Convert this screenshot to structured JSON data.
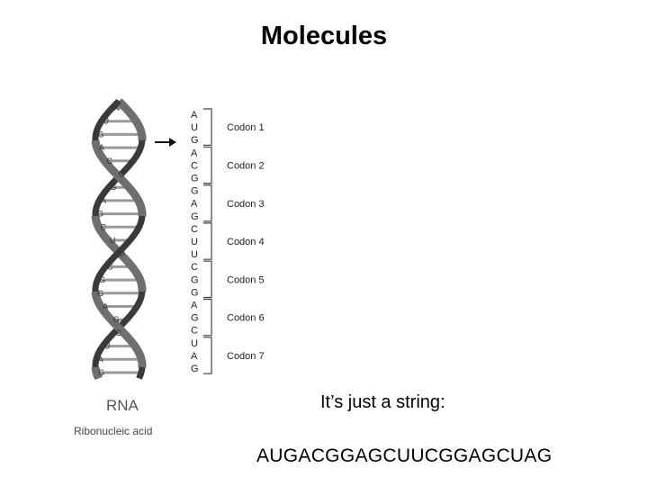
{
  "slide": {
    "title": "Molecules",
    "caption": "It’s just a string:",
    "sequence": "AUGACGGAGCUUCGGAGCUAG"
  },
  "diagram": {
    "rna_label": "RNA",
    "rna_sublabel": "Ribonucleic acid",
    "sequence_bases": [
      "A",
      "U",
      "G",
      "A",
      "C",
      "G",
      "G",
      "A",
      "G",
      "C",
      "U",
      "U",
      "C",
      "G",
      "G",
      "A",
      "G",
      "C",
      "U",
      "A",
      "G"
    ],
    "helix_bases": [
      "A",
      "U",
      "G",
      "A",
      "C",
      "G",
      "G",
      "A",
      "G",
      "C",
      "U",
      "U",
      "C",
      "G",
      "G",
      "A",
      "G",
      "C",
      "U",
      "A",
      "G"
    ],
    "codons": [
      "Codon 1",
      "Codon 2",
      "Codon 3",
      "Codon 4",
      "Codon 5",
      "Codon 6",
      "Codon 7"
    ],
    "arrow_icon": "right-arrow-icon",
    "colors": {
      "ribbon": "#6f6f6f",
      "ribbon_dark": "#3a3a3a",
      "rung": "#9a9a9a",
      "text": "#222222"
    }
  }
}
